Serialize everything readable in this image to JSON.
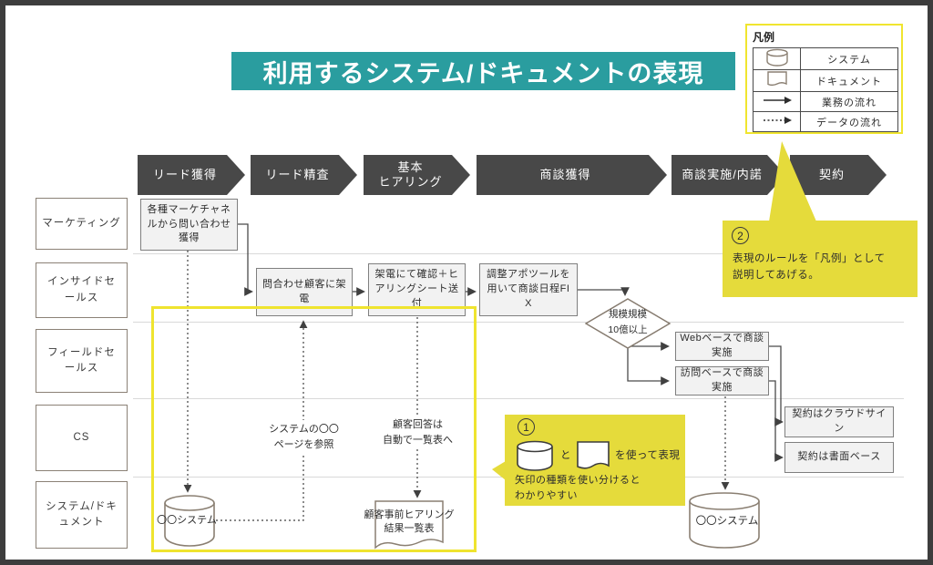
{
  "title": "利用するシステム/ドキュメントの表現",
  "legend": {
    "header": "凡例",
    "items": [
      {
        "icon": "cylinder-icon",
        "label": "システム"
      },
      {
        "icon": "document-icon",
        "label": "ドキュメント"
      },
      {
        "icon": "solid-arrow-icon",
        "label": "業務の流れ"
      },
      {
        "icon": "dashed-arrow-icon",
        "label": "データの流れ"
      }
    ]
  },
  "phases": [
    {
      "label": "リード獲得"
    },
    {
      "label": "リード精査"
    },
    {
      "label": "基本\nヒアリング"
    },
    {
      "label": "商談獲得"
    },
    {
      "label": "商談実施/内諾"
    },
    {
      "label": "契約"
    }
  ],
  "lanes": [
    {
      "label": "マーケティング"
    },
    {
      "label": "インサイドセールス"
    },
    {
      "label": "フィールドセールス"
    },
    {
      "label": "CS"
    },
    {
      "label": "システム/ドキュメント"
    }
  ],
  "process": {
    "marketing_inquiry": "各種マーケチャネルから問い合わせ獲得",
    "call_customer": "問合わせ顧客に架電",
    "confirm_send_sheet": "架電にて確認＋ヒアリングシート送付",
    "schedule_fix": "調整アポツールを用いて商談日程FIX",
    "decision": "規模規模\n10億以上",
    "web_meeting": "Webベースで商談実施",
    "visit_meeting": "訪問ベースで商談実施",
    "contract_cloudsign": "契約はクラウドサイン",
    "contract_paper": "契約は書面ベース"
  },
  "artifacts": {
    "system_left": "〇〇システム",
    "system_right": "〇〇システム",
    "hearing_sheet": "顧客事前ヒアリング結果一覧表"
  },
  "annotations": {
    "ref_page": "システムの〇〇\nページを参照",
    "auto_list": "顧客回答は\n自動で一覧表へ",
    "callout1": {
      "number": "1",
      "joiner": "と",
      "suffix": "を使って表現",
      "body": "矢印の種類を使い分けると\nわかりやすい"
    },
    "callout2": {
      "number": "2",
      "body": "表現のルールを「凡例」として\n説明してあげる。"
    }
  },
  "colors": {
    "accent_teal": "#2A9D9F",
    "chevron_dark": "#484848",
    "callout_yellow": "#E5DB3B",
    "highlight_border_yellow": "#EFE42F",
    "box_fill": "#F2F2F2",
    "box_border": "#7F7F7F"
  }
}
